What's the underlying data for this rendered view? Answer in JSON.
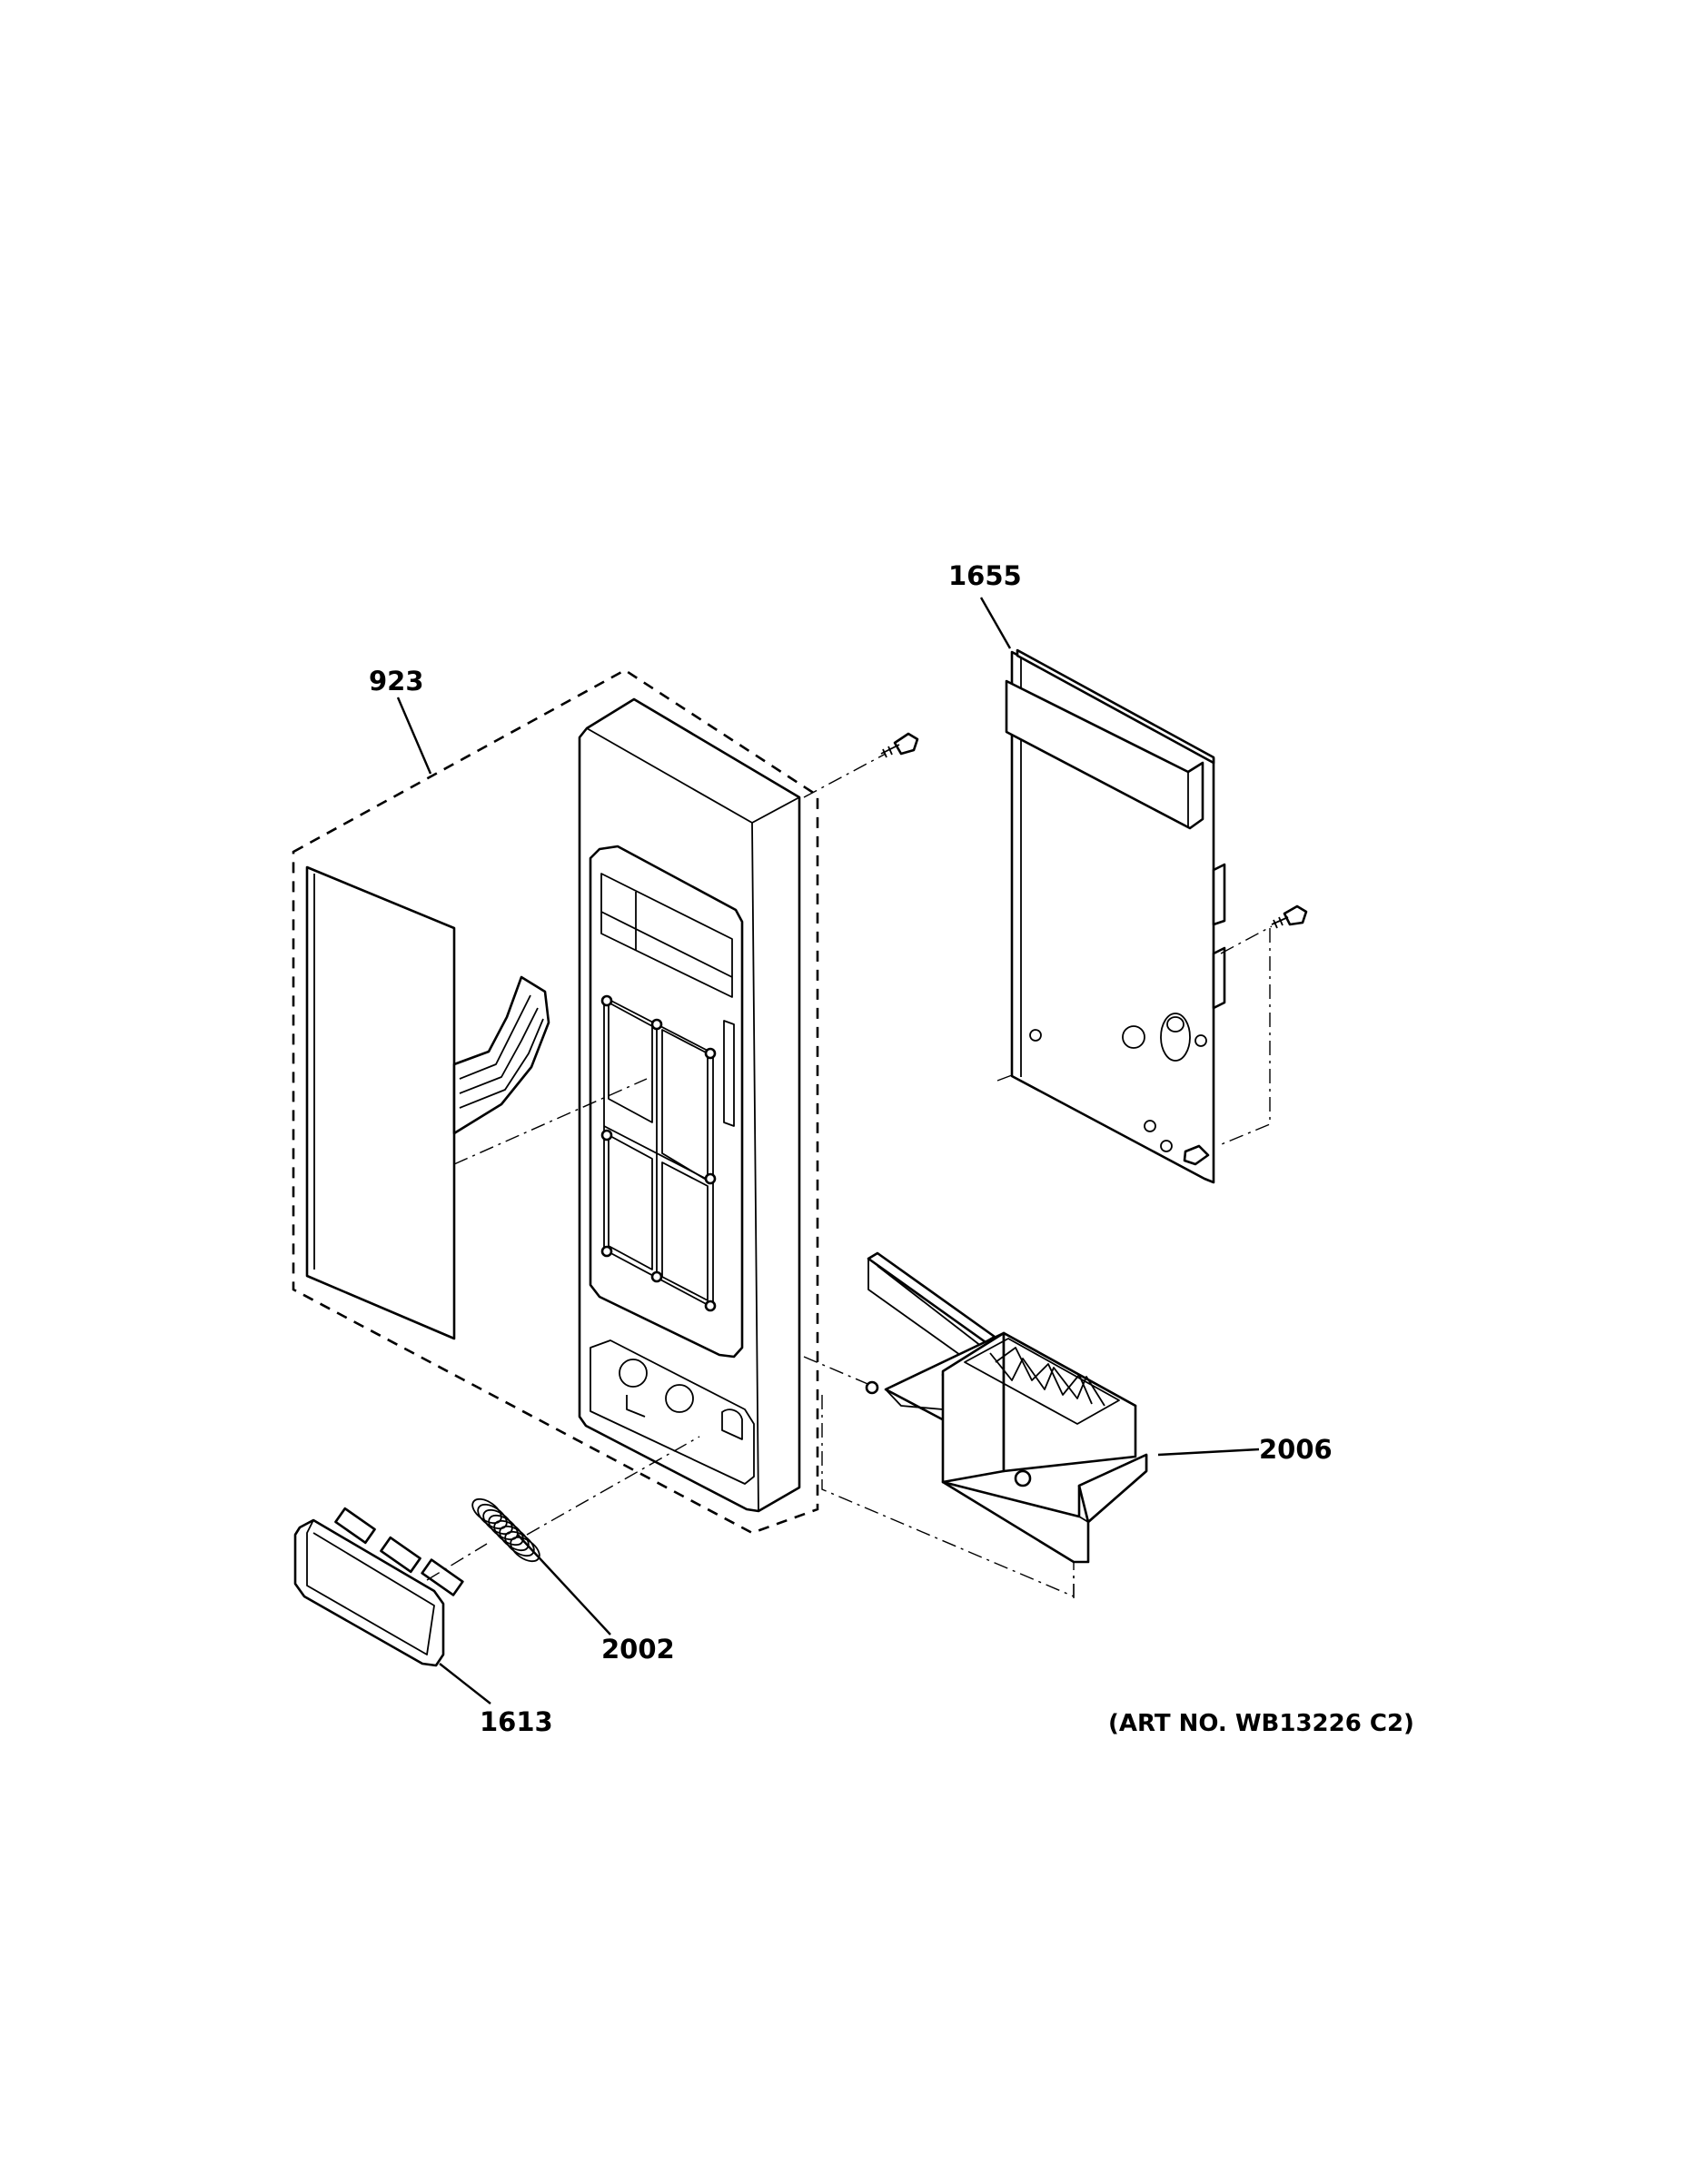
{
  "diagram": {
    "callouts": {
      "part_923": "923",
      "part_1655": "1655",
      "part_2006": "2006",
      "part_2002": "2002",
      "part_1613": "1613"
    },
    "art_number": "(ART NO. WB13226 C2)"
  }
}
